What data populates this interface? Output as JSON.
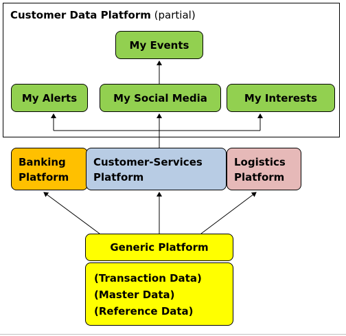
{
  "frame": {
    "title_bold": "Customer Data Platform",
    "title_rest": "(partial)"
  },
  "top_boxes": {
    "my_events": "My Events",
    "my_alerts": "My Alerts",
    "my_social_media": "My Social Media",
    "my_interests": "My Interests"
  },
  "platforms": {
    "banking": [
      "Banking",
      "Platform"
    ],
    "customer_services": [
      "Customer-Services",
      "Platform"
    ],
    "logistics": [
      "Logistics",
      "Platform"
    ]
  },
  "generic": {
    "title": "Generic Platform",
    "data_lines": [
      "(Transaction Data)",
      "(Master Data)",
      "(Reference Data)"
    ]
  },
  "colors": {
    "green": "#92d050",
    "orange": "#ffc000",
    "blue": "#b8cce4",
    "pink": "#e6b9b8",
    "yellow": "#ffff00"
  }
}
